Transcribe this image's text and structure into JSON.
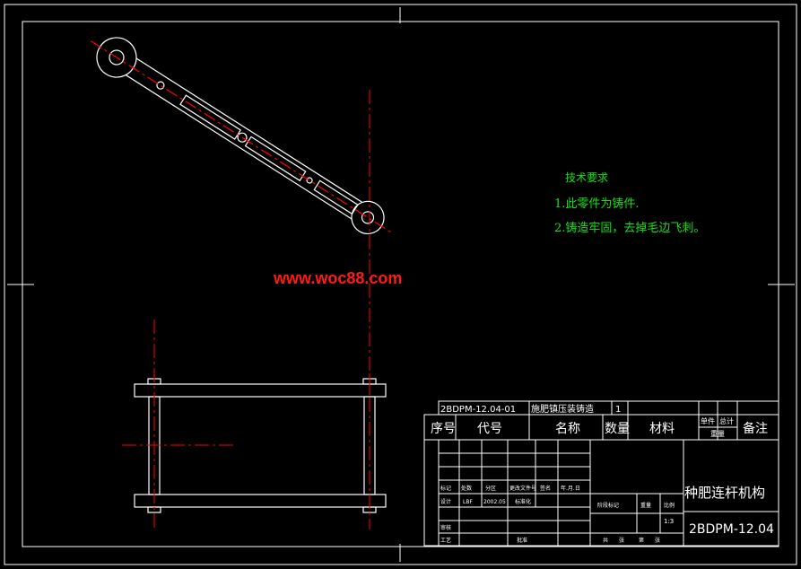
{
  "colors": {
    "background": "#000000",
    "line": "#ffffff",
    "centerline": "#ff0000",
    "notes": "#19e019",
    "watermark": "#ff1a1a"
  },
  "notes": {
    "title": "技术要求",
    "items": [
      "1.此零件为铸件.",
      "2.铸造牢固，去掉毛边飞刺。"
    ]
  },
  "watermark": "www.woc88.com",
  "parts_list": {
    "row": {
      "code": "2BDPM-12.04-01",
      "name": "施肥镇压装铸造",
      "qty": "1"
    },
    "headers": {
      "seq": "序号",
      "code": "代号",
      "name": "名称",
      "qty": "数量",
      "material": "材料",
      "unit": "单件",
      "total": "总计",
      "weight": "重量",
      "remark": "备注"
    }
  },
  "title_block": {
    "drawing_name": "种肥连杆机构",
    "drawing_code": "2BDPM-12.04",
    "scale": "1:3",
    "rows": [
      [
        "标记",
        "处数",
        "分区",
        "更改文件号",
        "签名",
        "年.月.日"
      ],
      [
        "设计",
        "LBF",
        "2002.05",
        "标准化",
        "",
        ""
      ],
      [
        "审核",
        "",
        "",
        "",
        "",
        ""
      ],
      [
        "工艺",
        "",
        "",
        "批准",
        "",
        ""
      ]
    ],
    "stage_labels": [
      "阶段标记",
      "重量",
      "比例"
    ],
    "sheet_labels": [
      "共",
      "张",
      "第",
      "张"
    ]
  }
}
